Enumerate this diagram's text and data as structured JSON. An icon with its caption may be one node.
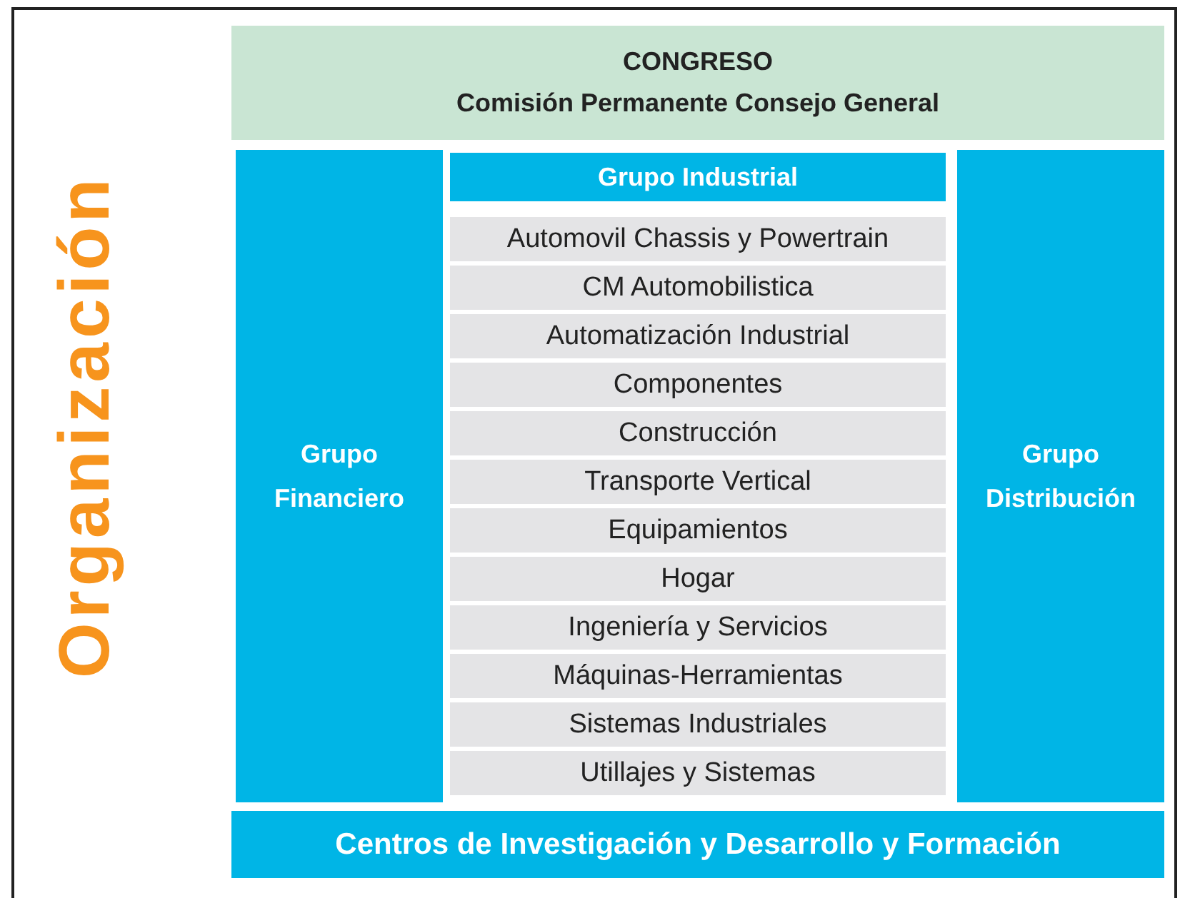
{
  "diagram": {
    "nodes": [
      {
        "text": [
          "CONGRESO",
          "Comisión Permanente Consejo General"
        ]
      },
      {
        "text": [
          "Grupo Financiero"
        ]
      },
      {
        "text": [
          "Grupo Industrial"
        ]
      },
      {
        "text": [
          "Automovil Chassis y Powertrain"
        ]
      },
      {
        "text": [
          "CM Automobilistica"
        ]
      },
      {
        "text": [
          "Automatización Industrial"
        ]
      },
      {
        "text": [
          "Componentes"
        ]
      },
      {
        "text": [
          "Construcción"
        ]
      },
      {
        "text": [
          "Transporte Vertical"
        ]
      },
      {
        "text": [
          "Equipamientos"
        ]
      },
      {
        "text": [
          "Hogar"
        ]
      },
      {
        "text": [
          "Ingeniería y Servicios"
        ]
      },
      {
        "text": [
          "Máquinas-Herramientas"
        ]
      },
      {
        "text": [
          "Sistemas Industriales"
        ]
      },
      {
        "text": [
          "Utillajes y Sistemas"
        ]
      },
      {
        "text": [
          "Grupo Distribución"
        ]
      },
      {
        "text": [
          "Centros de Investigación y Desarrollo y Formación"
        ]
      }
    ],
    "edges": [],
    "labels": [
      "Organización"
    ]
  }
}
